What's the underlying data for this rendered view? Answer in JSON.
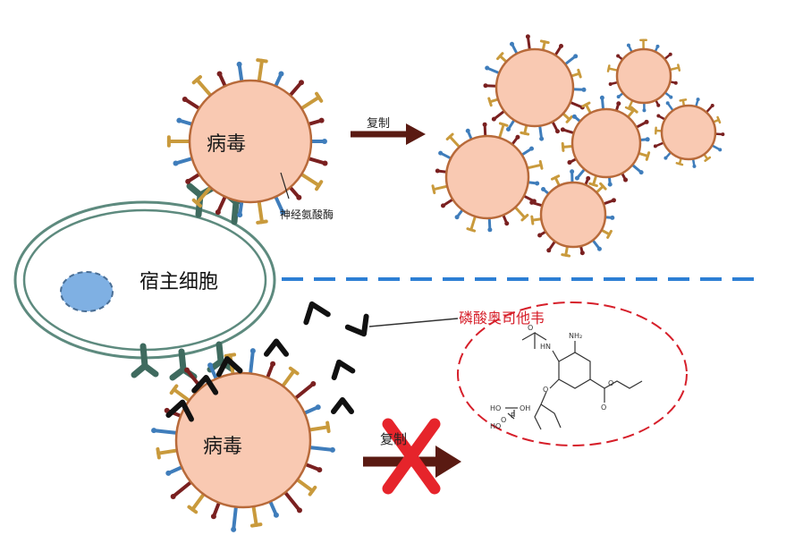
{
  "labels": {
    "virus_top": "病毒",
    "virus_bottom": "病毒",
    "host_cell": "宿主细胞",
    "neuraminidase": "神经氨酸酶",
    "replication_top": "复制",
    "replication_bottom": "复制",
    "drug": "磷酸奥司他韦"
  },
  "chemical_atoms": {
    "acetyl_o": "O",
    "amine": "NH₂",
    "amide_nh": "HN",
    "ether_o": "O",
    "ester_o": "O",
    "carbonyl_o": "O",
    "phos_ho1": "HO",
    "phos_oh": "OH",
    "phos_p": "P",
    "phos_o": "O",
    "phos_ho2": "HO"
  },
  "colors": {
    "virus_fill": "#f9c9b2",
    "virus_outline": "#b86a3a",
    "spike_blue": "#3f7dbb",
    "spike_brown": "#7a2020",
    "spike_gold": "#c99a3c",
    "cell_membrane": "#5d8a7e",
    "receptor": "#3f6b5f",
    "nucleus": "#7fb0e3",
    "arrow": "#5a1a12",
    "divider": "#2d7fd4",
    "drug_red": "#d61f2a"
  }
}
